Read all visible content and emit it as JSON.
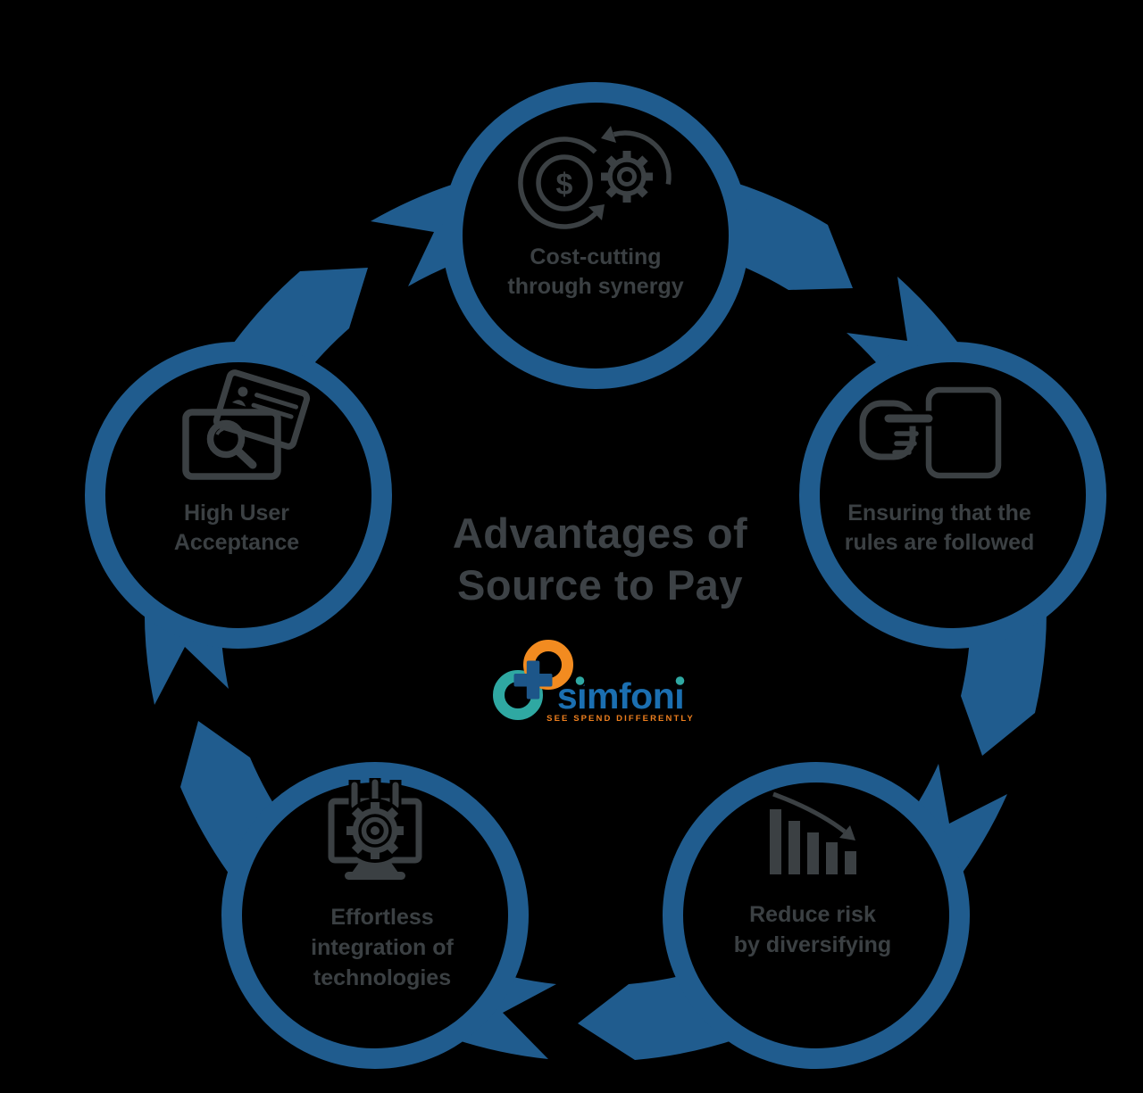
{
  "title": {
    "line1": "Advantages of",
    "line2": "Source to Pay"
  },
  "brand": {
    "name": "simfoni",
    "tagline": "SEE SPEND DIFFERENTLY",
    "colors": {
      "word_blue": "#1b6fb1",
      "teal": "#2fa8a2",
      "orange": "#f28b20",
      "plus_navy": "#1d5689"
    }
  },
  "diagram": {
    "type": "circular-cycle",
    "direction": "clockwise",
    "colors": {
      "background": "#000000",
      "ring_and_arrows": "#205c8e",
      "icon_gray": "#3b4043",
      "label_gray": "#3b4043",
      "title_gray": "#3d4246"
    },
    "nodes": [
      {
        "position": "top",
        "icon": "money-gear-sync-icon",
        "coin_symbol": "$",
        "label_lines": [
          "Cost-cutting",
          "through synergy"
        ]
      },
      {
        "position": "right",
        "icon": "hand-pointing-document-icon",
        "label_lines": [
          "Ensuring that the",
          "rules are followed"
        ]
      },
      {
        "position": "bottom-right",
        "icon": "declining-bar-chart-icon",
        "label_lines": [
          "Reduce risk",
          "by diversifying"
        ]
      },
      {
        "position": "bottom-left",
        "icon": "monitor-gear-icon",
        "label_lines": [
          "Effortless",
          "integration of",
          "technologies"
        ]
      },
      {
        "position": "left",
        "icon": "search-cards-icon",
        "label_lines": [
          "High User",
          "Acceptance"
        ]
      }
    ]
  }
}
